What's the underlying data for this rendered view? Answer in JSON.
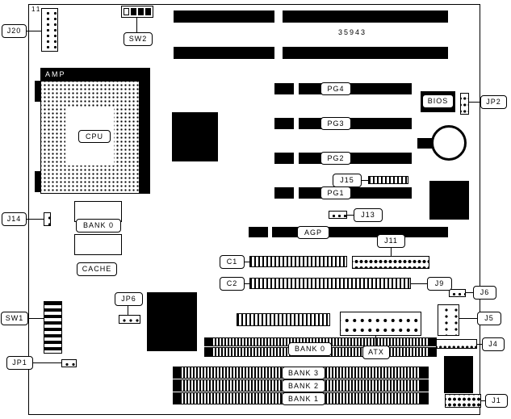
{
  "board": {
    "corner_mark": "11",
    "part_number": "35943"
  },
  "labels": {
    "j20": "J20",
    "sw2": "SW2",
    "amp": "AMP",
    "cpu": "CPU",
    "pg4": "PG4",
    "pg3": "PG3",
    "pg2": "PG2",
    "pg1": "PG1",
    "bios": "BIOS",
    "jp2": "JP2",
    "j15": "J15",
    "j13": "J13",
    "agp": "AGP",
    "j14": "J14",
    "bank0_cache": "BANK 0",
    "cache": "CACHE",
    "c1": "C1",
    "c2": "C2",
    "j11": "J11",
    "j9": "J9",
    "j6": "J6",
    "jp6": "JP6",
    "sw1": "SW1",
    "jp1": "JP1",
    "j5": "J5",
    "j4": "J4",
    "atx": "ATX",
    "bank0_dimm": "BANK 0",
    "bank3": "BANK 3",
    "bank2": "BANK 2",
    "bank1": "BANK 1",
    "j1": "J1"
  },
  "colors": {
    "ink": "#000000",
    "paper": "#ffffff"
  }
}
